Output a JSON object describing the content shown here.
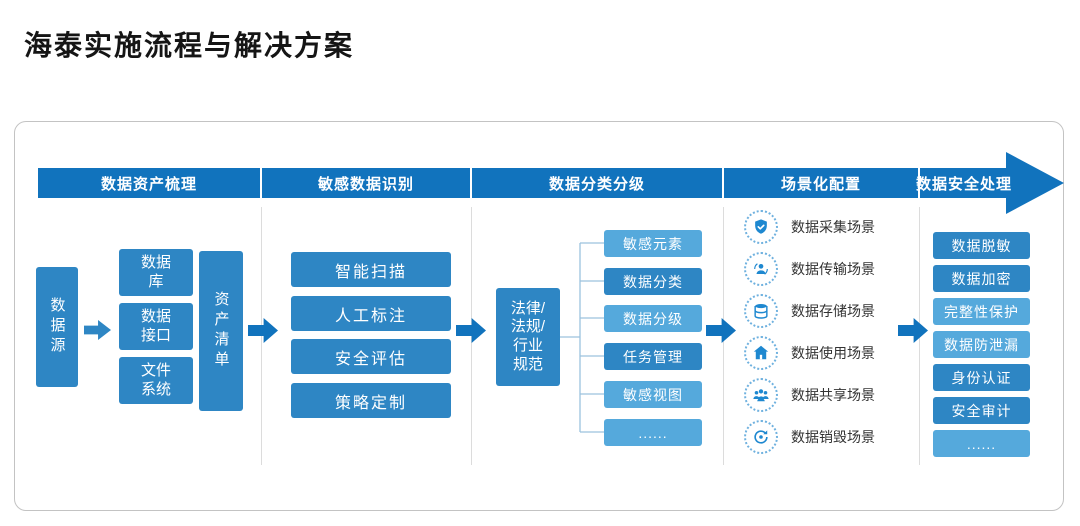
{
  "page": {
    "title": "海泰实施流程与解决方案"
  },
  "colors": {
    "primary": "#1173BD",
    "box": "#2E86C4",
    "light": "#55A9DC",
    "icon": "#1E88D0"
  },
  "stages": [
    {
      "label": "数据资产梳理"
    },
    {
      "label": "敏感数据识别"
    },
    {
      "label": "数据分类分级"
    },
    {
      "label": "场景化配置"
    },
    {
      "label": "数据安全处理"
    }
  ],
  "asset_combing": {
    "source": "数据源",
    "items": [
      "数据\n库",
      "数据\n接口",
      "文件\n系统"
    ],
    "result": "资产清单"
  },
  "sensitive_identification": {
    "items": [
      "智能扫描",
      "人工标注",
      "安全评估",
      "策略定制"
    ]
  },
  "classification": {
    "basis": "法律/\n法规/\n行业\n规范",
    "items": [
      "敏感元素",
      "数据分类",
      "数据分级",
      "任务管理",
      "敏感视图",
      "......"
    ]
  },
  "scenarios": {
    "items": [
      {
        "icon": "shield-icon",
        "label": "数据采集场景"
      },
      {
        "icon": "transfer-icon",
        "label": "数据传输场景"
      },
      {
        "icon": "storage-icon",
        "label": "数据存储场景"
      },
      {
        "icon": "usage-icon",
        "label": "数据使用场景"
      },
      {
        "icon": "share-icon",
        "label": "数据共享场景"
      },
      {
        "icon": "destroy-icon",
        "label": "数据销毁场景"
      }
    ]
  },
  "security_processing": {
    "items": [
      "数据脱敏",
      "数据加密",
      "完整性保护",
      "数据防泄漏",
      "身份认证",
      "安全审计",
      "......"
    ]
  }
}
